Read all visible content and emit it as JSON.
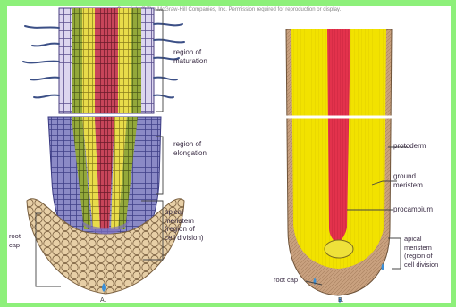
{
  "copyright": "Copyright © The McGraw-Hill Companies, Inc. Permission required for reproduction or display.",
  "panel_a": {
    "letter": "A.",
    "labels": {
      "maturation": "region of\nmaturation",
      "elongation": "region of\nelongation",
      "apical_meristem": "apical\nmeristem\n(region of\ncell division)",
      "root_cap": "root\ncap"
    }
  },
  "panel_b": {
    "letter": "B.",
    "labels": {
      "protoderm": "protoderm",
      "ground_meristem": "ground\nmeristem",
      "procambium": "procambium",
      "apical_meristem": "apical\nmeristem\n(region of\ncell division",
      "root_cap": "root cap"
    }
  },
  "colors": {
    "background_border": "#8df07a",
    "yellow_tissue": "#f1e400",
    "red_procambium": "#e0304a",
    "brown_cap": "#c59a78",
    "purple_cells": "#6f6fb6",
    "tan_cells": "#e3c9a0"
  }
}
